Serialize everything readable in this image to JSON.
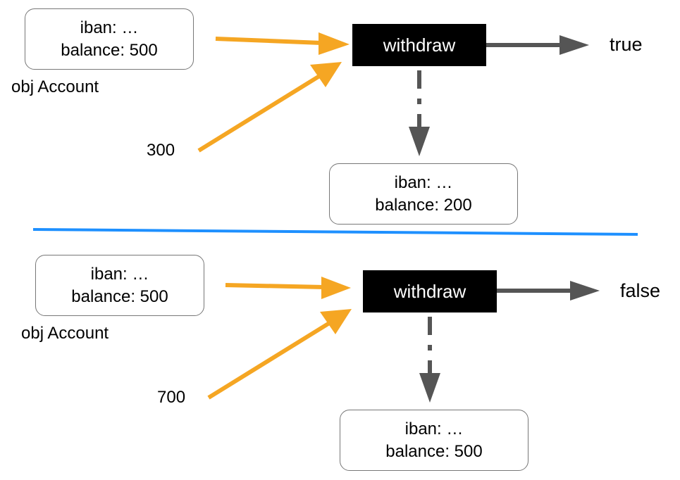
{
  "scenarios": [
    {
      "input_object": {
        "iban": "iban: …",
        "balance": "balance: 500"
      },
      "object_label": "obj Account",
      "amount": "300",
      "method": "withdraw",
      "result": "true",
      "output_object": {
        "iban": "iban: …",
        "balance": "balance: 200"
      }
    },
    {
      "input_object": {
        "iban": "iban: …",
        "balance": "balance: 500"
      },
      "object_label": "obj Account",
      "amount": "700",
      "method": "withdraw",
      "result": "false",
      "output_object": {
        "iban": "iban: …",
        "balance": "balance: 500"
      }
    }
  ],
  "colors": {
    "input_arrow": "#F5A623",
    "output_arrow": "#555555",
    "divider": "#1E90FF",
    "method_box": "#000000"
  }
}
